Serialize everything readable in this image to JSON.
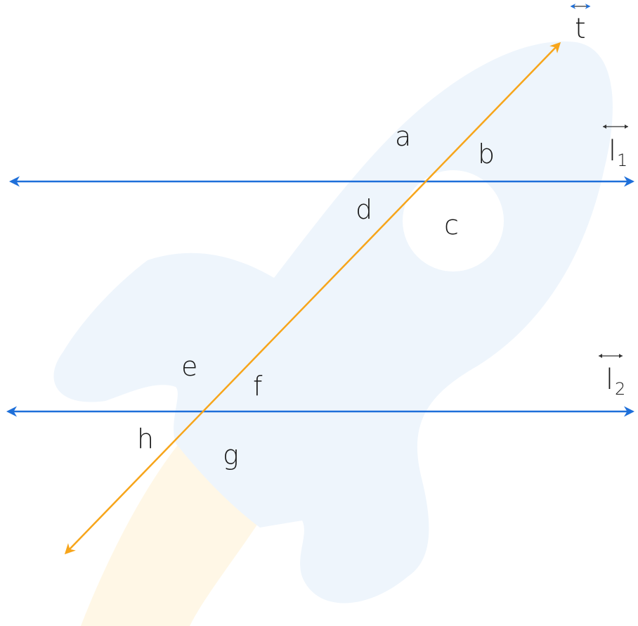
{
  "diagram": {
    "lines": [
      {
        "name": "t",
        "color": "#F7A51A"
      },
      {
        "name": "l",
        "subscript": "1",
        "color": "#1E6FD9"
      },
      {
        "name": "l",
        "subscript": "2",
        "color": "#1E6FD9"
      }
    ],
    "angle_labels": [
      "a",
      "b",
      "c",
      "d",
      "e",
      "f",
      "g",
      "h"
    ],
    "watermark": {
      "body_color": "#EEF5FC",
      "flame_color": "#FFF7E6"
    }
  }
}
